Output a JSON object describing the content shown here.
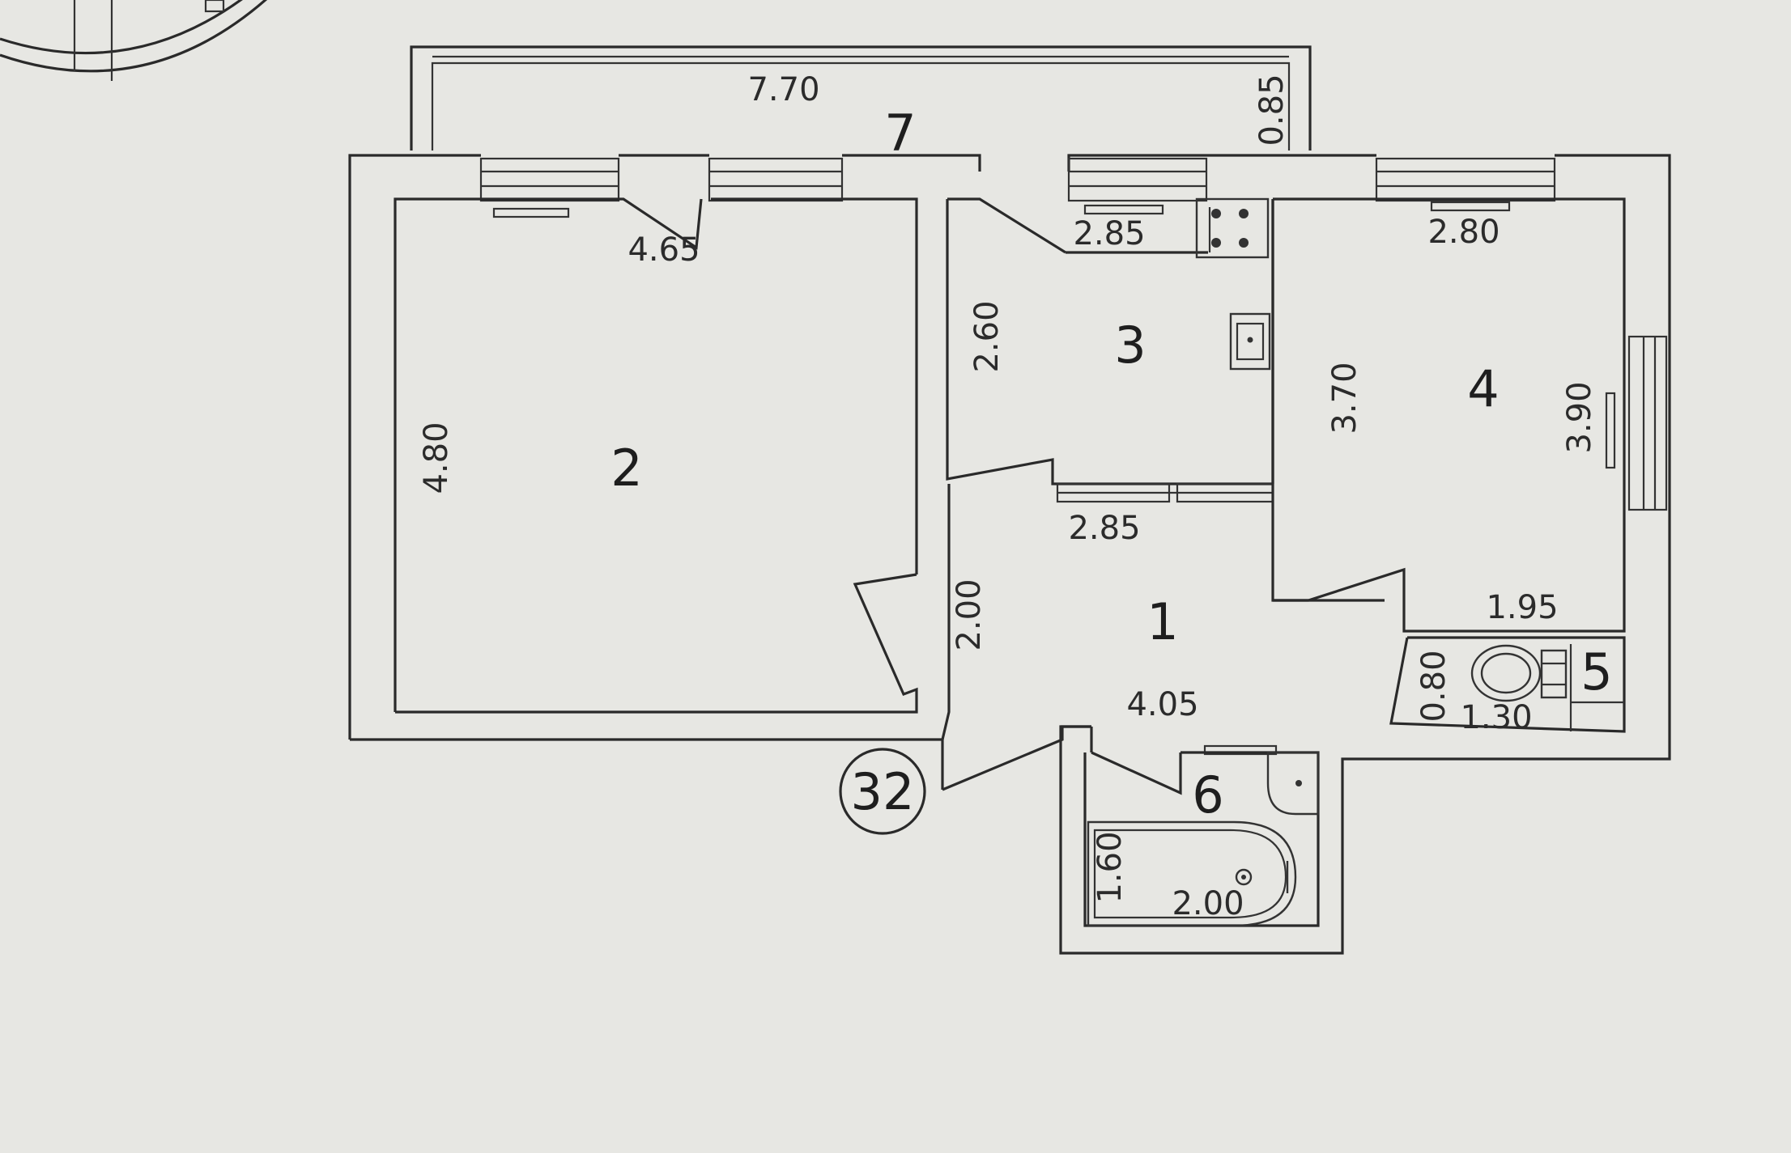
{
  "apartment": {
    "number": "32"
  },
  "rooms": [
    {
      "id": "1",
      "label": "1"
    },
    {
      "id": "2",
      "label": "2"
    },
    {
      "id": "3",
      "label": "3"
    },
    {
      "id": "4",
      "label": "4"
    },
    {
      "id": "5",
      "label": "5"
    },
    {
      "id": "6",
      "label": "6"
    },
    {
      "id": "7",
      "label": "7"
    }
  ],
  "dimensions": {
    "balcony_length": "7.70",
    "balcony_depth": "0.85",
    "room2_width": "4.65",
    "room2_length": "4.80",
    "kitchen_top": "2.85",
    "kitchen_side": "2.60",
    "kitchen_bottom": "2.85",
    "room4_width": "2.80",
    "room4_left": "3.70",
    "room4_right": "3.90",
    "room4_bottom": "1.95",
    "hall_side": "2.00",
    "hall_bottom": "4.05",
    "wc_depth": "0.80",
    "wc_width": "1.30",
    "bath_width": "1.60",
    "bath_length": "2.00"
  },
  "colors": {
    "paper": "#e7e7e3",
    "ink": "#2a2a2a"
  }
}
